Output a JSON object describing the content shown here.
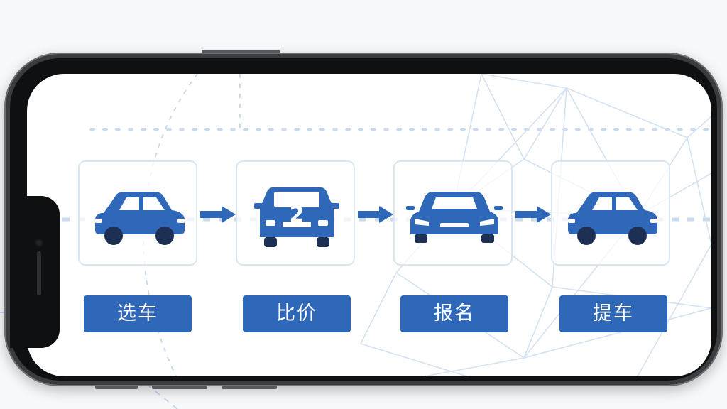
{
  "colors": {
    "accent": "#2f68b8",
    "car_body": "#2f68b8",
    "card_border": "#dbe6f3",
    "background_lines": "#c5d8ee"
  },
  "flow": {
    "steps": [
      {
        "label": "选车",
        "icon": "car-side-icon"
      },
      {
        "label": "比价",
        "icon": "car-rear-price-icon"
      },
      {
        "label": "报名",
        "icon": "car-front-icon"
      },
      {
        "label": "提车",
        "icon": "car-side-icon"
      }
    ],
    "connector_icon": "arrow-right-icon"
  }
}
